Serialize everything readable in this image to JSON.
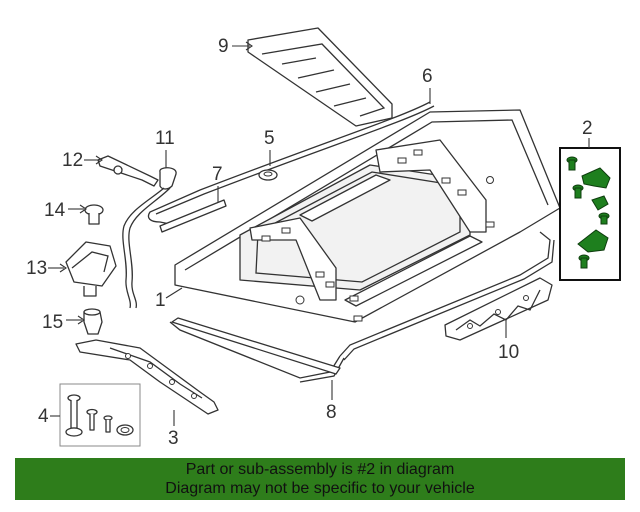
{
  "callouts": {
    "c1": "1",
    "c2": "2",
    "c3": "3",
    "c4": "4",
    "c5": "5",
    "c6": "6",
    "c7": "7",
    "c8": "8",
    "c9": "9",
    "c10": "10",
    "c11": "11",
    "c12": "12",
    "c13": "13",
    "c14": "14",
    "c15": "15"
  },
  "banner": {
    "line1": "Part or sub-assembly is #2 in diagram",
    "line2": "Diagram may not be specific to your vehicle",
    "color": "#2e7d1b"
  },
  "colors": {
    "highlight_part": "#1e7f1e",
    "line_art": "#333333"
  }
}
